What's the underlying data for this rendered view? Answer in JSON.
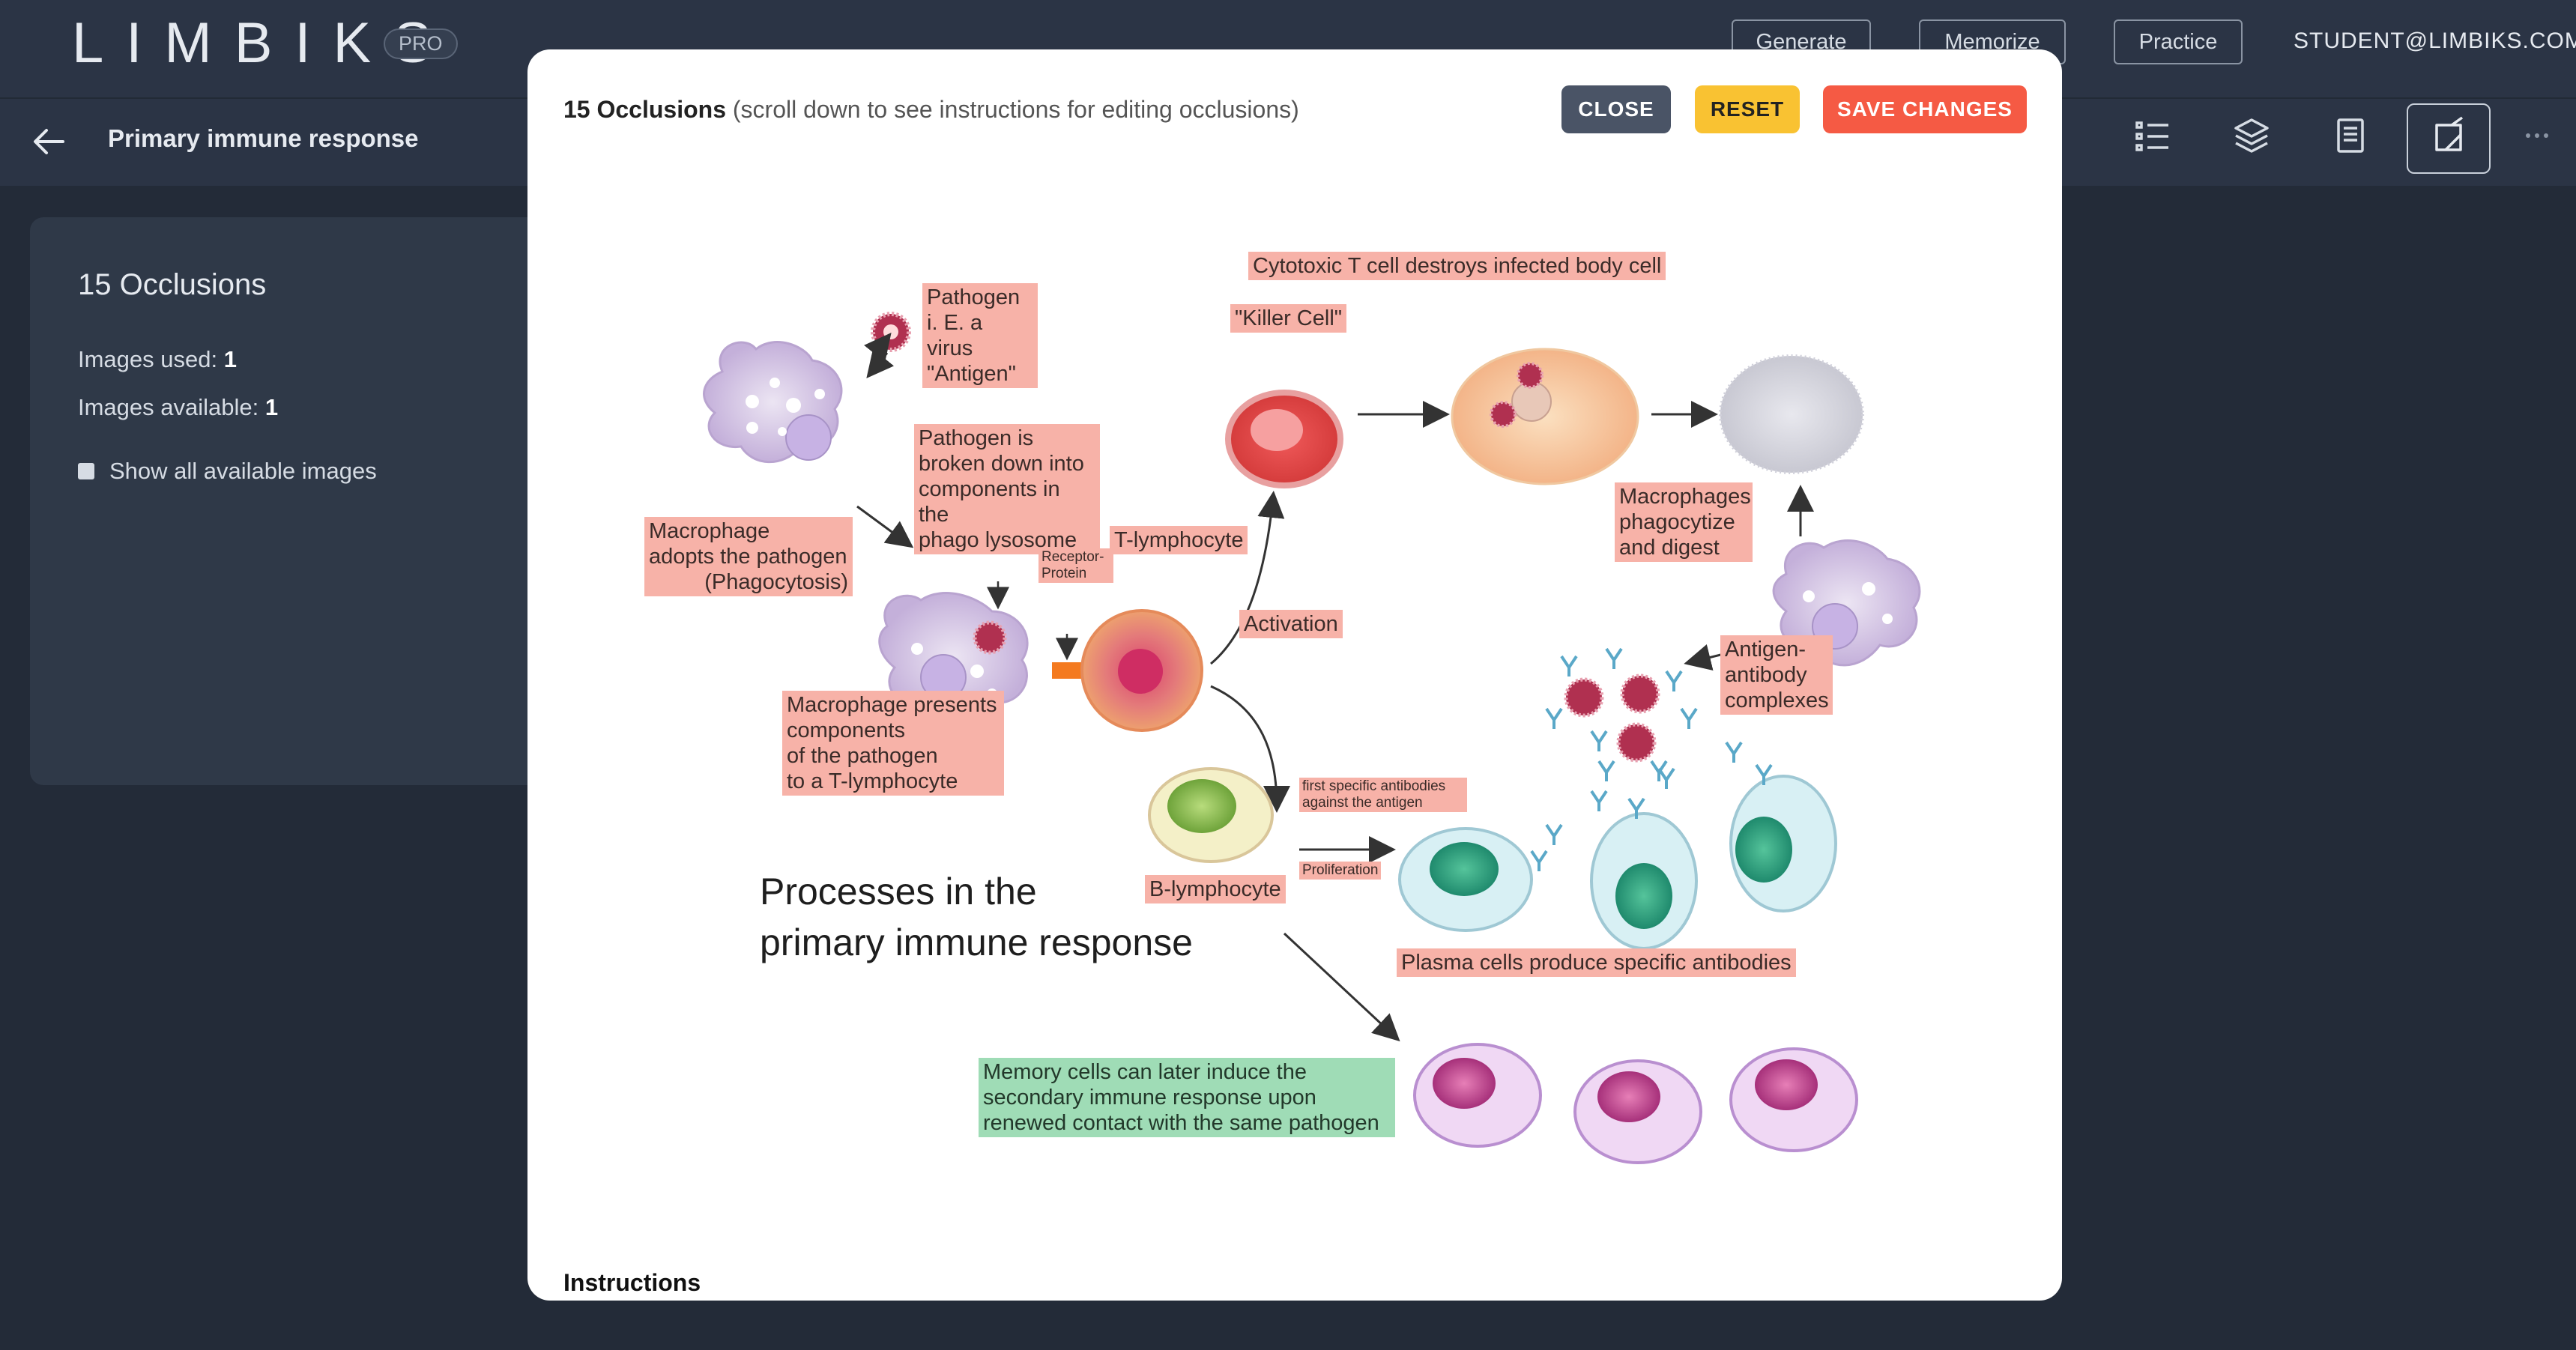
{
  "app": {
    "logo": "LIMBIKS",
    "badge": "PRO",
    "user_email": "STUDENT@LIMBIKS.COM"
  },
  "nav": {
    "generate": "Generate",
    "memorize": "Memorize",
    "practice": "Practice"
  },
  "subbar": {
    "title": "Primary immune response"
  },
  "panel": {
    "heading": "15 Occlusions",
    "images_used_label": "Images used:",
    "images_used_value": "1",
    "images_available_label": "Images available:",
    "images_available_value": "1",
    "show_all_label": "Show all available images"
  },
  "modal": {
    "count_title": "15 Occlusions",
    "subtitle": "(scroll down to see instructions for editing occlusions)",
    "close_label": "CLOSE",
    "reset_label": "RESET",
    "save_label": "SAVE CHANGES",
    "instructions_label": "Instructions"
  },
  "diagram": {
    "heading_line1": "Processes in the",
    "heading_line2": "primary immune response",
    "labels": {
      "pathogen": [
        "Pathogen",
        "i. E. a virus",
        "\"Antigen\""
      ],
      "broken_down": [
        "Pathogen is",
        "broken down into",
        "components in the",
        "phago lysosome"
      ],
      "macrophage_adopts": [
        "Macrophage",
        "adopts the pathogen",
        "(Phagocytosis)"
      ],
      "receptor": [
        "Receptor-",
        "Protein"
      ],
      "t_lymphocyte": "T-lymphocyte",
      "presents": [
        "Macrophage presents",
        "components",
        "of the pathogen",
        "to a T-lymphocyte"
      ],
      "activation": "Activation",
      "cytotoxic": "Cytotoxic T cell destroys infected body cell",
      "killer": "\"Killer Cell\"",
      "macrophages_phago": [
        "Macrophages",
        "phagocytize",
        "and digest"
      ],
      "antigen_antibody": [
        "Antigen-",
        "antibody",
        "complexes"
      ],
      "first_antibodies": [
        "first specific antibodies",
        "against the antigen"
      ],
      "proliferation": "Proliferation",
      "b_lymphocyte": "B-lymphocyte",
      "plasma": "Plasma cells produce specific antibodies",
      "memory": [
        "Memory cells can later induce the",
        "secondary immune response upon",
        "renewed contact with the same pathogen"
      ]
    }
  }
}
